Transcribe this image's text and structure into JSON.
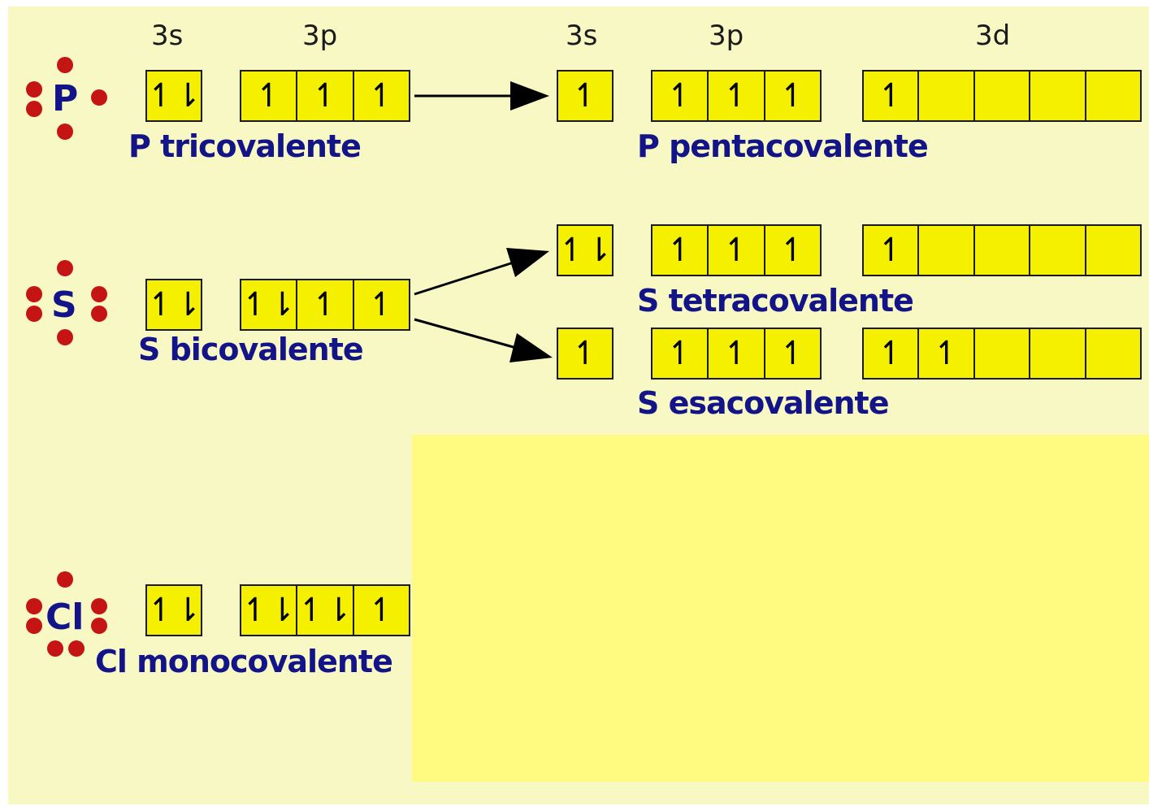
{
  "headers": {
    "s_left": "3s",
    "p_left": "3p",
    "s_right": "3s",
    "p_right": "3p",
    "d_right": "3d"
  },
  "atoms": {
    "P": "P",
    "S": "S",
    "Cl": "Cl"
  },
  "labels": {
    "p_tri": "P tricovalente",
    "p_penta": "P pentacovalente",
    "s_bi": "S bicovalente",
    "s_tetra": "S tetracovalente",
    "s_esa": "S esacovalente",
    "cl_mono": "Cl monocovalente"
  },
  "orbitals": {
    "p_ground_3s": [
      "↿⇂"
    ],
    "p_ground_3p": [
      "↿",
      "↿",
      "↿"
    ],
    "p_excited_3s": [
      "↿"
    ],
    "p_excited_3p": [
      "↿",
      "↿",
      "↿"
    ],
    "p_excited_3d": [
      "↿",
      "",
      "",
      "",
      ""
    ],
    "s_ground_3s": [
      "↿⇂"
    ],
    "s_ground_3p": [
      "↿⇂",
      "↿",
      "↿"
    ],
    "s_tetra_3s": [
      "↿⇂"
    ],
    "s_tetra_3p": [
      "↿",
      "↿",
      "↿"
    ],
    "s_tetra_3d": [
      "↿",
      "",
      "",
      "",
      ""
    ],
    "s_esa_3s": [
      "↿"
    ],
    "s_esa_3p": [
      "↿",
      "↿",
      "↿"
    ],
    "s_esa_3d": [
      "↿",
      "↿",
      "",
      "",
      ""
    ],
    "cl_ground_3s": [
      "↿⇂"
    ],
    "cl_ground_3p": [
      "↿⇂",
      "↿⇂",
      "↿"
    ]
  },
  "colors": {
    "background": "#f8f8c4",
    "box": "#f5f000",
    "label": "#141489",
    "electron_dot": "#c41414",
    "panel": "#fffa80"
  }
}
